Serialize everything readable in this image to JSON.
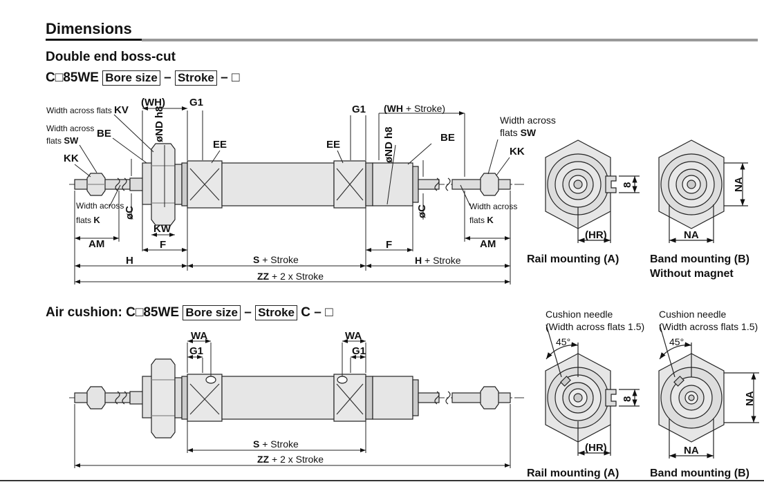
{
  "section_title": "Dimensions",
  "top": {
    "title": "Double end boss-cut",
    "model_prefix": "C□85WE",
    "bore_box": "Bore size",
    "dash1": "–",
    "stroke_box": "Stroke",
    "dash2": "–",
    "suffix": "□",
    "labels": {
      "wakv_a": "Width across flats ",
      "wakv_b": "KV",
      "wasw_a": "Width across",
      "wasw_b": "flats ",
      "wasw_c": "SW",
      "be": "BE",
      "kk": "KK",
      "wh": "(WH)",
      "nd": "øND h8",
      "g1": "G1",
      "ee": "EE",
      "wak_a": "Width across",
      "wak_b": "flats ",
      "wak_c": "K",
      "c": "øC",
      "kw": "KW",
      "am": "AM",
      "f": "F",
      "h": "H",
      "s": "S",
      "plus_stroke": " + Stroke",
      "h_stroke": "H",
      "zz": "ZZ",
      "plus2": " + 2 x Stroke",
      "wh_stroke": "(WH",
      "wh_stroke2": " + Stroke)",
      "hr": "(HR)",
      "eight": "8",
      "na": "NA"
    },
    "rail_caption": "Rail mounting (A)",
    "band_caption": "Band mounting (B)",
    "band_caption2": "Without magnet"
  },
  "bottom": {
    "title_a": "Air cushion: C□85WE",
    "bore_box": "Bore size",
    "dash1": "–",
    "stroke_box": "Stroke",
    "mid": "C",
    "dash2": "–",
    "suffix": "□",
    "labels": {
      "wa": "WA",
      "g1": "G1",
      "s": "S",
      "plus_stroke": " + Stroke",
      "zz": "ZZ",
      "plus2": " + 2 x Stroke",
      "needle": "Cushion needle",
      "needle2": "(Width across flats 1.5)",
      "deg": "45°",
      "hr": "(HR)",
      "eight": "8",
      "na": "NA"
    },
    "rail_caption": "Rail mounting (A)",
    "band_caption": "Band mounting (B)"
  }
}
